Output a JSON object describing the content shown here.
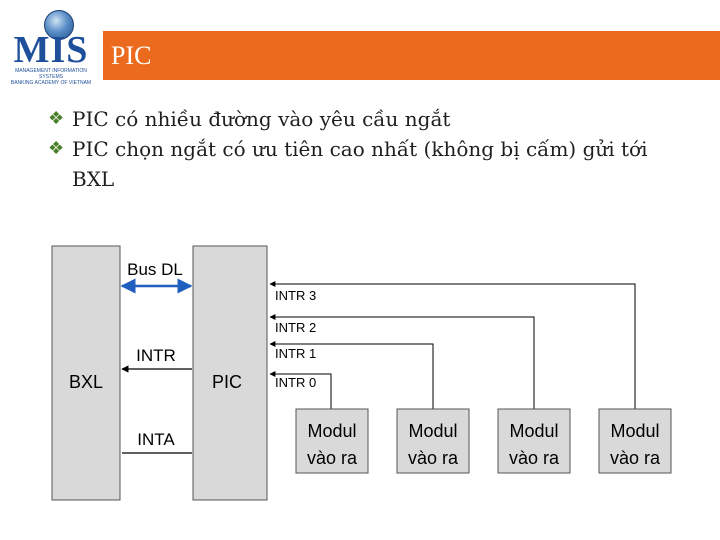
{
  "header": {
    "title": "PIC"
  },
  "logo": {
    "brand": "MIS",
    "sub1": "MANAGEMENT INFORMATION SYSTEMS",
    "sub2": "BANKING ACADEMY OF VIETNAM"
  },
  "bullets": [
    "PIC có nhiều đường vào yêu cầu ngắt",
    "PIC chọn ngắt có ưu tiên cao nhất (không bị cấm) gửi tới BXL"
  ],
  "diagram": {
    "bxl": "BXL",
    "pic": "PIC",
    "bus": "Bus DL",
    "intr": "INTR",
    "inta": "INTA",
    "lines": [
      "INTR 3",
      "INTR 2",
      "INTR 1",
      "INTR 0"
    ],
    "module_line1": "Modul",
    "module_line2": "vào ra",
    "colors": {
      "box": "#d9d9d9",
      "bus_arrow": "#1f5fbf",
      "header": "#ec6a1e"
    }
  }
}
